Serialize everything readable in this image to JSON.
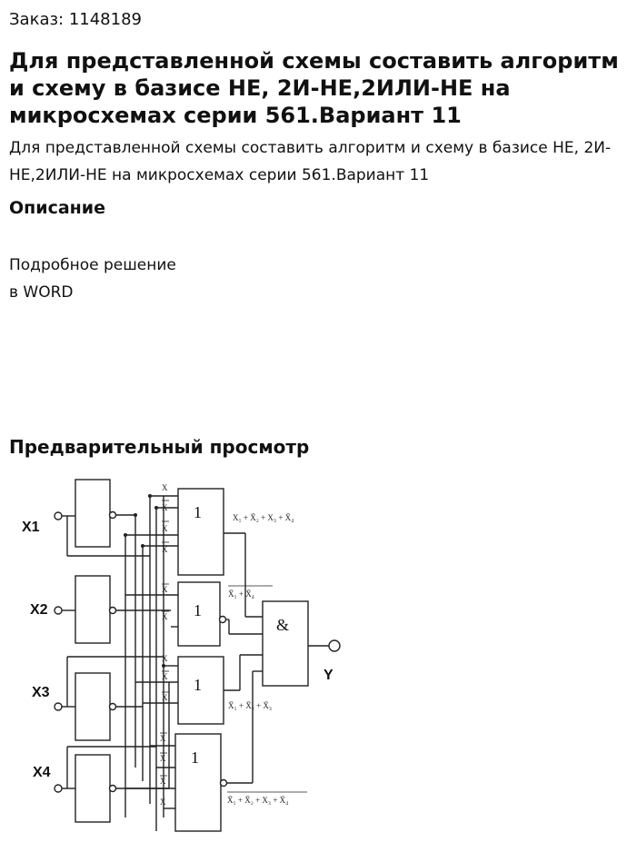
{
  "order": {
    "label": "Заказ: 1148189"
  },
  "title": "Для представленной схемы составить алгоритм и схему в базисе НЕ, 2И-НЕ,2ИЛИ-НЕ на микросхемах серии 561.Вариант 11",
  "lead": "Для представленной схемы составить алгоритм и схему в базисе НЕ, 2И-НЕ,2ИЛИ-НЕ на микросхемах серии 561.Вариант 11",
  "description": {
    "heading": "Описание",
    "line1": "Подробное решение",
    "line2": "в WORD"
  },
  "preview": {
    "heading": "Предварительный просмотр",
    "diagram": {
      "inputs": [
        "X1",
        "X2",
        "X3",
        "X4"
      ],
      "output": "Y",
      "gate_or": "1",
      "gate_and": "&"
    }
  }
}
